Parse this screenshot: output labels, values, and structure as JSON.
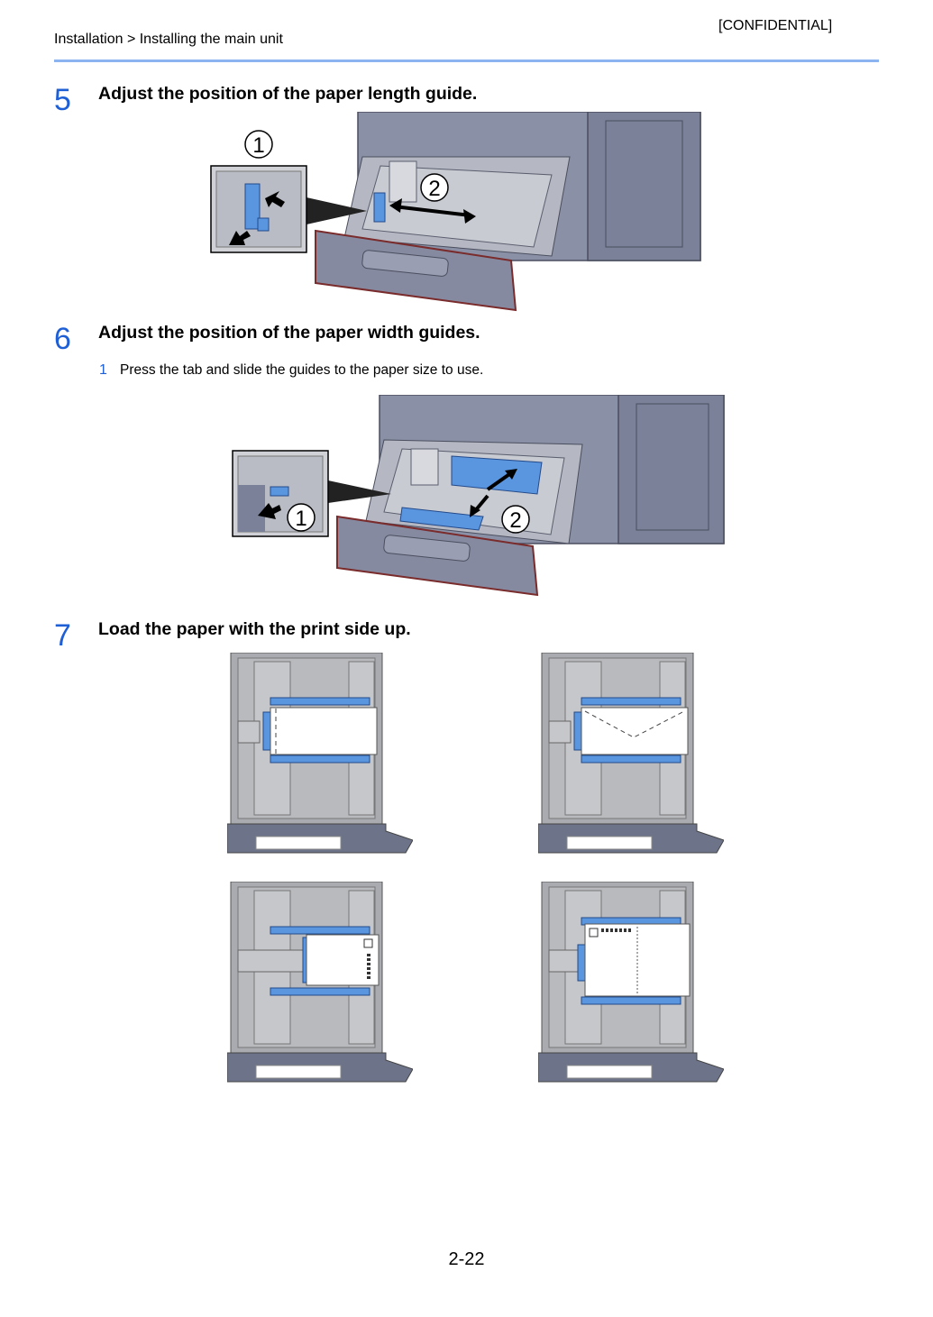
{
  "header": {
    "confidential": "[CONFIDENTIAL]",
    "breadcrumb": "Installation > Installing the main unit"
  },
  "steps": [
    {
      "number": "5",
      "title": "Adjust the position of the paper length guide.",
      "callouts": [
        "1",
        "2"
      ]
    },
    {
      "number": "6",
      "title": "Adjust the position of the paper width guides.",
      "substeps": [
        {
          "number": "1",
          "text": "Press the tab and slide the guides to the paper size to use."
        }
      ],
      "callouts": [
        "1",
        "2"
      ]
    },
    {
      "number": "7",
      "title": "Load the paper with the print side up."
    }
  ],
  "footer": {
    "page_number": "2-22"
  },
  "colors": {
    "accent_blue": "#1f5fd6",
    "rule_blue": "#8cb4f0",
    "printer_grey": "#8a90a6",
    "printer_dark": "#6d7388",
    "guide_blue": "#5a96e0",
    "tray_grey": "#a9abb0"
  }
}
